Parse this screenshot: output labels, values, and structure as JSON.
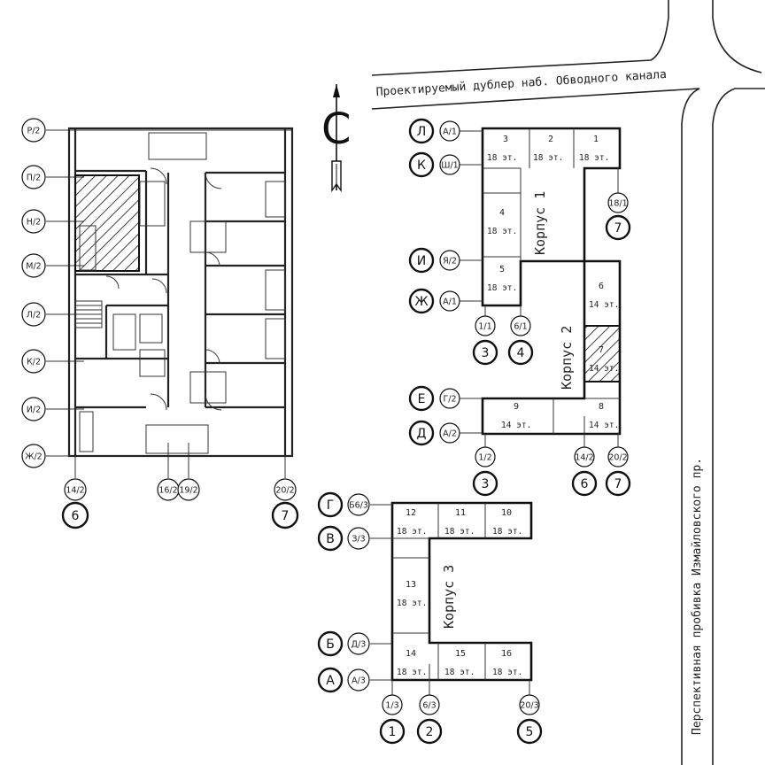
{
  "road_top": "Проектируемый дублер наб. Обводного канала",
  "road_right": "Перспективная пробивка Измайловского пр.",
  "korpus": [
    "Корпус 1",
    "Корпус 2",
    "Корпус 3"
  ],
  "sections": [
    {
      "num": "1",
      "floors": "18 эт."
    },
    {
      "num": "2",
      "floors": "18 эт."
    },
    {
      "num": "3",
      "floors": "18 эт."
    },
    {
      "num": "4",
      "floors": "18 эт."
    },
    {
      "num": "5",
      "floors": "18 эт."
    },
    {
      "num": "6",
      "floors": "14 эт."
    },
    {
      "num": "7",
      "floors": "14 эт."
    },
    {
      "num": "8",
      "floors": "14 эт."
    },
    {
      "num": "9",
      "floors": "14 эт."
    },
    {
      "num": "10",
      "floors": "18 эт."
    },
    {
      "num": "11",
      "floors": "18 эт."
    },
    {
      "num": "12",
      "floors": "18 эт."
    },
    {
      "num": "13",
      "floors": "18 эт."
    },
    {
      "num": "14",
      "floors": "18 эт."
    },
    {
      "num": "15",
      "floors": "18 эт."
    },
    {
      "num": "16",
      "floors": "18 эт."
    }
  ],
  "plan_axes_left": [
    "Р/2",
    "П/2",
    "Н/2",
    "М/2",
    "Л/2",
    "К/2",
    "И/2",
    "Ж/2"
  ],
  "plan_axes_bottom_small": [
    "14/2",
    "16/2",
    "19/2",
    "20/2"
  ],
  "plan_axes_bottom_big": [
    "6",
    "7"
  ],
  "k1_axes_left": [
    {
      "big": "Л",
      "small": "А/1"
    },
    {
      "big": "К",
      "small": "Ш/1"
    },
    {
      "big": "И",
      "small": "Я/2"
    },
    {
      "big": "Ж",
      "small": "А/1"
    }
  ],
  "k1_axes_bottom": [
    {
      "small": "1/1",
      "big": "3"
    },
    {
      "small": "6/1",
      "big": "4"
    }
  ],
  "k1_axis_right": {
    "small": "18/1",
    "big": "7"
  },
  "k2_axes_left": [
    {
      "big": "Е",
      "small": "Г/2"
    },
    {
      "big": "Д",
      "small": "А/2"
    }
  ],
  "k2_axes_bottom": [
    {
      "small": "1/2",
      "big": "3"
    },
    {
      "small": "14/2",
      "big": "6"
    },
    {
      "small": "20/2",
      "big": "7"
    }
  ],
  "k3_axes_left": [
    {
      "big": "Г",
      "small": "Б6/3"
    },
    {
      "big": "В",
      "small": "З/3"
    },
    {
      "big": "Б",
      "small": "Д/3"
    },
    {
      "big": "А",
      "small": "А/3"
    }
  ],
  "k3_axes_bottom": [
    {
      "small": "1/3",
      "big": "1"
    },
    {
      "small": "6/3",
      "big": "2"
    },
    {
      "small": "20/3",
      "big": "5"
    }
  ],
  "north_letter": "С"
}
